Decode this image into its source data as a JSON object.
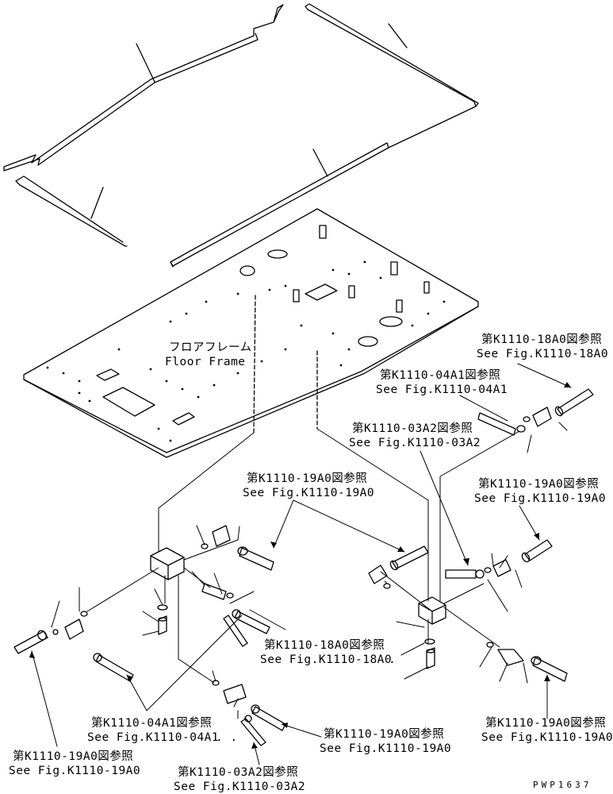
{
  "floor_frame": {
    "jp": "フロアフレーム",
    "en": "Floor Frame"
  },
  "callouts": [
    {
      "id": "c1",
      "jp": "第K1110-18A0図参照",
      "en": "See Fig.K1110-18A0"
    },
    {
      "id": "c2",
      "jp": "第K1110-04A1図参照",
      "en": "See Fig.K1110-04A1"
    },
    {
      "id": "c3",
      "jp": "第K1110-03A2図参照",
      "en": "See Fig.K1110-03A2"
    },
    {
      "id": "c4",
      "jp": "第K1110-19A0図参照",
      "en": "See Fig.K1110-19A0"
    },
    {
      "id": "c5",
      "jp": "第K1110-19A0図参照",
      "en": "See Fig.K1110-19A0"
    },
    {
      "id": "c6",
      "jp": "第K1110-18A0図参照",
      "en": "See Fig.K1110-18A0"
    },
    {
      "id": "c7",
      "jp": "第K1110-04A1図参照",
      "en": "See Fig.K1110-04A1"
    },
    {
      "id": "c8",
      "jp": "第K1110-19A0図参照",
      "en": "See Fig.K1110-19A0"
    },
    {
      "id": "c9",
      "jp": "第K1110-19A0図参照",
      "en": "See Fig.K1110-19A0"
    },
    {
      "id": "c10",
      "jp": "第K1110-19A0図参照",
      "en": "See Fig.K1110-19A0"
    },
    {
      "id": "c11",
      "jp": "第K1110-03A2図参照",
      "en": "See Fig.K1110-03A2"
    }
  ],
  "drawing_code": "PWP1637"
}
